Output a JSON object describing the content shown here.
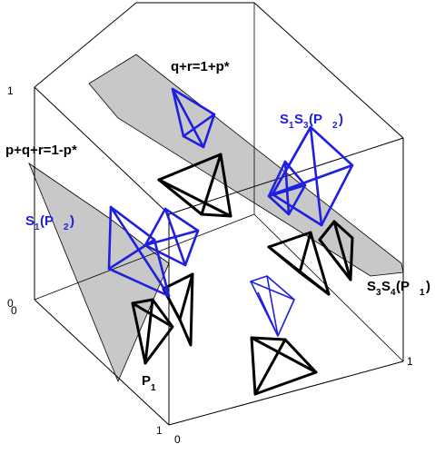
{
  "labels": {
    "plane_top": "q+r=1+p*",
    "plane_left": "p+q+r=1-p*",
    "s1s3": {
      "main": "S",
      "s1": "1",
      "s2": "3",
      "p": "(P",
      "psub": "2",
      "close": ")",
      "S": "S"
    },
    "s1": {
      "main": "S",
      "sub": "1",
      "p": "(P",
      "psub": "2",
      "close": ")"
    },
    "s3s4": {
      "main": "S",
      "s1": "3",
      "s2": "4",
      "p": "(P",
      "psub": "1",
      "close": ")",
      "S": "S"
    },
    "p1": {
      "main": "P",
      "sub": "1"
    }
  },
  "ticks": {
    "left_top": "1",
    "left_zero": "0",
    "left_zero2": "0",
    "bottom_one": "1",
    "bottom_zero": "0",
    "bottom_left_one": "1",
    "right_one": "1"
  },
  "colors": {
    "accent_blue": "#1f1fe0",
    "plane_gray": "#c8c8c8"
  }
}
